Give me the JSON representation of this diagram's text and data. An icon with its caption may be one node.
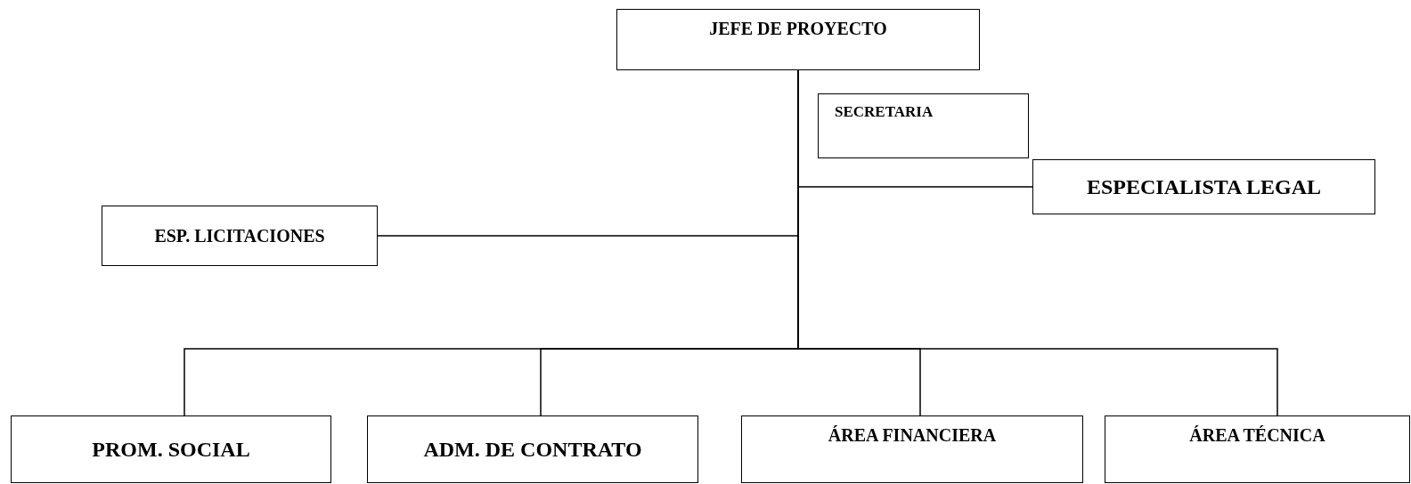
{
  "diagram": {
    "nodes": [
      {
        "text": [
          "JEFE DE PROYECTO"
        ]
      },
      {
        "text": [
          "SECRETARIA"
        ]
      },
      {
        "text": [
          "ESPECIALISTA LEGAL"
        ]
      },
      {
        "text": [
          "ESP. LICITACIONES"
        ]
      },
      {
        "text": [
          "PROM. SOCIAL"
        ]
      },
      {
        "text": [
          "ADM. DE CONTRATO"
        ]
      },
      {
        "text": [
          "ÁREA FINANCIERA"
        ]
      },
      {
        "text": [
          "ÁREA TÉCNICA"
        ]
      }
    ],
    "edges": [
      {
        "from": 0,
        "to": 2,
        "arrow": "none"
      },
      {
        "from": 0,
        "to": 3,
        "arrow": "none"
      },
      {
        "from": 0,
        "to": 4,
        "arrow": "none"
      },
      {
        "from": 0,
        "to": 5,
        "arrow": "none"
      },
      {
        "from": 0,
        "to": 6,
        "arrow": "none"
      },
      {
        "from": 0,
        "to": 7,
        "arrow": "none"
      }
    ]
  }
}
